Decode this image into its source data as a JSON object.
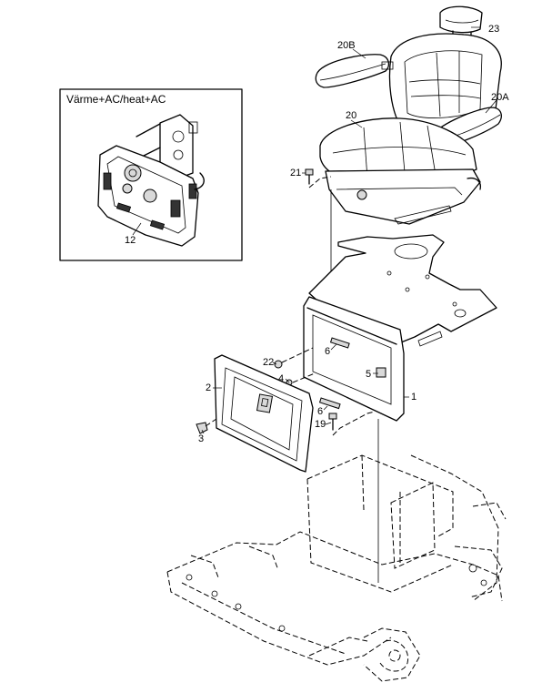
{
  "inset": {
    "title": "Värme+AC/heat+AC"
  },
  "callouts": {
    "c23": "23",
    "c20B": "20B",
    "c20A": "20A",
    "c20": "20",
    "c21": "21",
    "c12": "12",
    "c22": "22",
    "c6a": "6",
    "c4": "4",
    "c5": "5",
    "c2": "2",
    "c1": "1",
    "c6b": "6",
    "c19": "19",
    "c3": "3"
  }
}
